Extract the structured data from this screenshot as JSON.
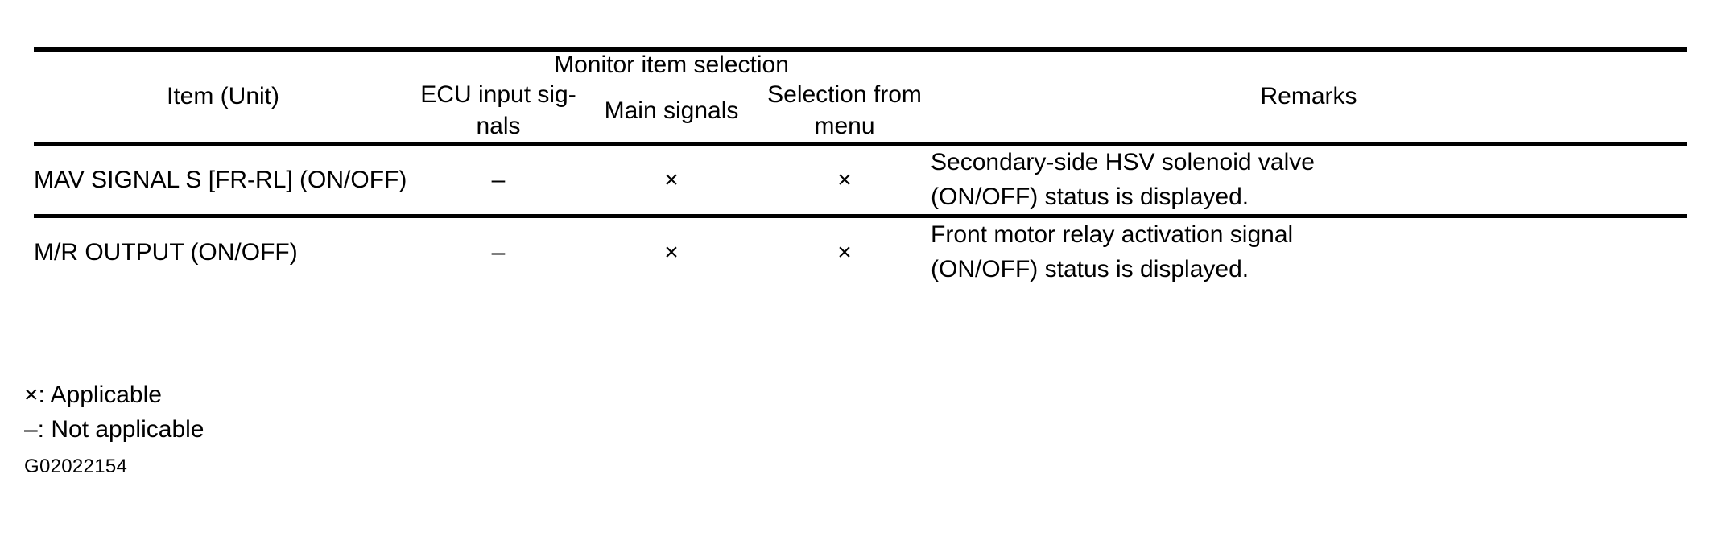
{
  "table": {
    "headers": {
      "item": "Item (Unit)",
      "group": "Monitor item selection",
      "ecu_input_signals_line1": "ECU input sig-",
      "ecu_input_signals_line2": "nals",
      "main_signals": "Main signals",
      "selection_from_menu_line1": "Selection from",
      "selection_from_menu_line2": "menu",
      "remarks": "Remarks"
    },
    "rows": [
      {
        "item": "MAV SIGNAL S [FR-RL] (ON/OFF)",
        "ecu_input_signals": "–",
        "main_signals": "×",
        "selection_from_menu": "×",
        "remarks_line1": "Secondary-side HSV solenoid valve",
        "remarks_line2": "(ON/OFF) status is displayed."
      },
      {
        "item": "M/R OUTPUT (ON/OFF)",
        "ecu_input_signals": "–",
        "main_signals": "×",
        "selection_from_menu": "×",
        "remarks_line1": "Front motor relay activation signal",
        "remarks_line2": "(ON/OFF) status is displayed."
      }
    ]
  },
  "legend": {
    "applicable": "×: Applicable",
    "not_applicable": "–: Not applicable"
  },
  "figure_code": "G02022154",
  "colors": {
    "ink": "#000000",
    "paper": "#ffffff"
  }
}
